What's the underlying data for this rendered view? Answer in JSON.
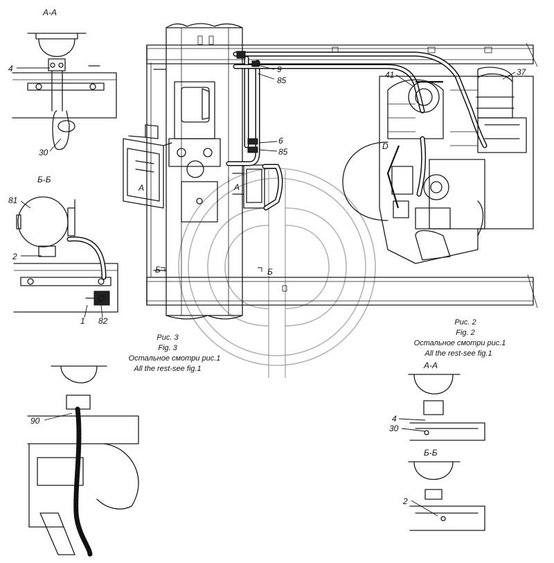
{
  "sections": {
    "aa_top": "А-А",
    "bb_left": "Б-Б",
    "aa_right": "А-А",
    "bb_right": "Б-Б",
    "view_a": "А",
    "view_a_frame": "А",
    "cut_b_left": "Б",
    "cut_b_right": "Б"
  },
  "parts": {
    "p4_left": "4",
    "p30_left": "30",
    "p81": "81",
    "p2_left": "2",
    "p1": "1",
    "p82": "82",
    "p90": "90",
    "p9": "9",
    "p85_top": "85",
    "p6": "6",
    "p85_mid": "85",
    "p41": "41",
    "p37": "37",
    "p4_right": "4",
    "p30_right": "30",
    "p2_right": "2",
    "engine_d": "D"
  },
  "captions": {
    "fig3": {
      "ru": "Рис. 3",
      "en": "Fig. 3",
      "rest_ru": "Остальное смотри рис.1",
      "rest_en": "All the rest-see fig.1"
    },
    "fig2": {
      "ru": "Рис. 2",
      "en": "Fig. 2",
      "rest_ru": "Остальное смотри рис.1",
      "rest_en": "All the rest-see fig.1"
    }
  }
}
